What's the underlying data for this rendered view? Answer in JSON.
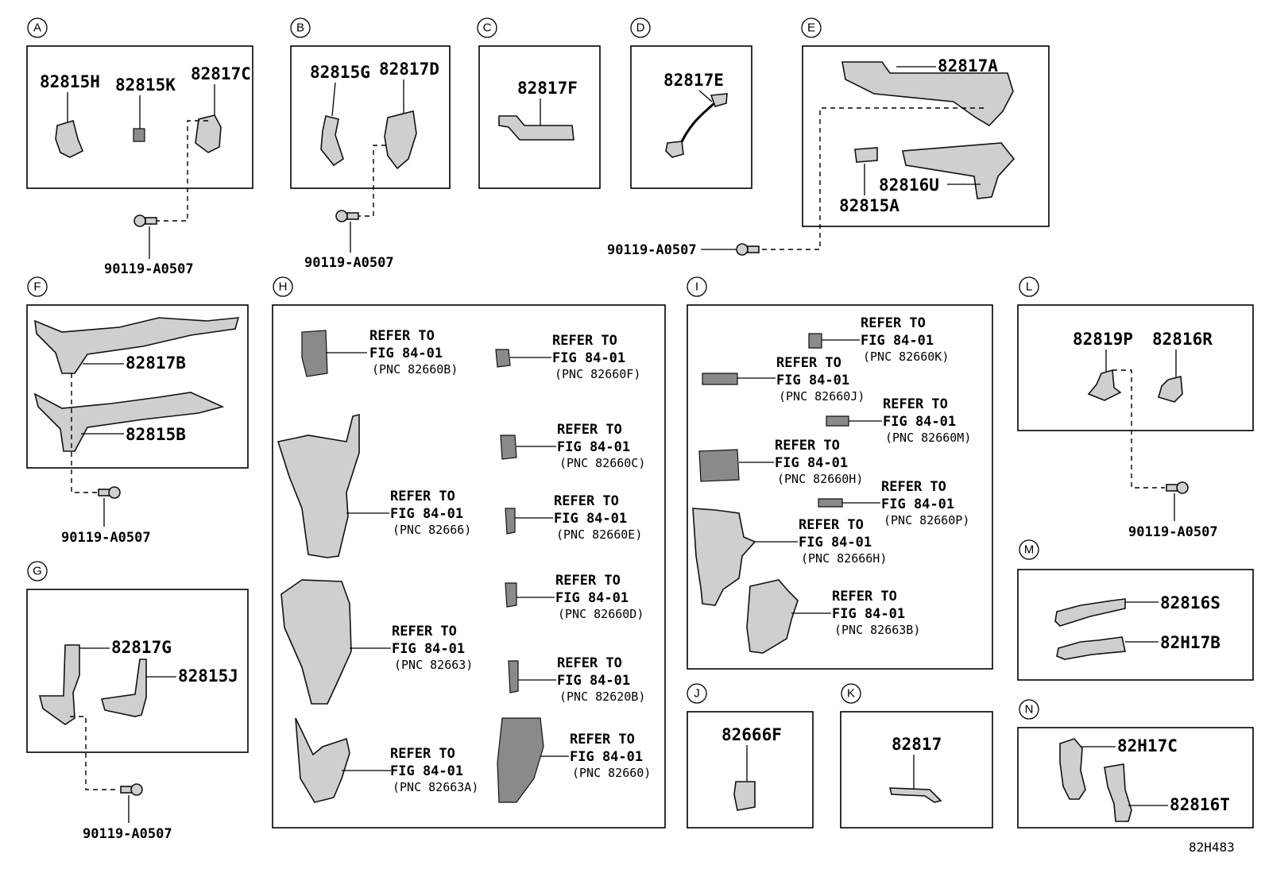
{
  "sections": {
    "A": {
      "letter": "A",
      "labels": [
        "82815H",
        "82815K",
        "82817C"
      ],
      "bolt": "90119-A0507"
    },
    "B": {
      "letter": "B",
      "labels": [
        "82815G",
        "82817D"
      ],
      "bolt": "90119-A0507"
    },
    "C": {
      "letter": "C",
      "labels": [
        "82817F"
      ]
    },
    "D": {
      "letter": "D",
      "labels": [
        "82817E"
      ]
    },
    "E": {
      "letter": "E",
      "labels": [
        "82817A",
        "82816U",
        "82815A"
      ],
      "bolt": "90119-A0507"
    },
    "F": {
      "letter": "F",
      "labels": [
        "82817B",
        "82815B"
      ],
      "bolt": "90119-A0507"
    },
    "G": {
      "letter": "G",
      "labels": [
        "82817G",
        "82815J"
      ],
      "bolt": "90119-A0507"
    },
    "H": {
      "letter": "H",
      "refs": [
        {
          "l1": "REFER TO",
          "l2": "FIG 84-01",
          "l3": "(PNC 82660B)"
        },
        {
          "l1": "REFER TO",
          "l2": "FIG 84-01",
          "l3": "(PNC 82660F)"
        },
        {
          "l1": "REFER TO",
          "l2": "FIG 84-01",
          "l3": "(PNC 82660C)"
        },
        {
          "l1": "REFER TO",
          "l2": "FIG 84-01",
          "l3": "(PNC 82666)"
        },
        {
          "l1": "REFER TO",
          "l2": "FIG 84-01",
          "l3": "(PNC 82660E)"
        },
        {
          "l1": "REFER TO",
          "l2": "FIG 84-01",
          "l3": "(PNC 82660D)"
        },
        {
          "l1": "REFER TO",
          "l2": "FIG 84-01",
          "l3": "(PNC 82663)"
        },
        {
          "l1": "REFER TO",
          "l2": "FIG 84-01",
          "l3": "(PNC 82620B)"
        },
        {
          "l1": "REFER TO",
          "l2": "FIG 84-01",
          "l3": "(PNC 82663A)"
        },
        {
          "l1": "REFER TO",
          "l2": "FIG 84-01",
          "l3": "(PNC 82660)"
        }
      ]
    },
    "I": {
      "letter": "I",
      "refs": [
        {
          "l1": "REFER TO",
          "l2": "FIG 84-01",
          "l3": "(PNC 82660K)"
        },
        {
          "l1": "REFER TO",
          "l2": "FIG 84-01",
          "l3": "(PNC 82660J)"
        },
        {
          "l1": "REFER TO",
          "l2": "FIG 84-01",
          "l3": "(PNC 82660M)"
        },
        {
          "l1": "REFER TO",
          "l2": "FIG 84-01",
          "l3": "(PNC 82660H)"
        },
        {
          "l1": "REFER TO",
          "l2": "FIG 84-01",
          "l3": "(PNC 82660P)"
        },
        {
          "l1": "REFER TO",
          "l2": "FIG 84-01",
          "l3": "(PNC 82666H)"
        },
        {
          "l1": "REFER TO",
          "l2": "FIG 84-01",
          "l3": "(PNC 82663B)"
        }
      ]
    },
    "J": {
      "letter": "J",
      "labels": [
        "82666F"
      ]
    },
    "K": {
      "letter": "K",
      "labels": [
        "82817"
      ]
    },
    "L": {
      "letter": "L",
      "labels": [
        "82819P",
        "82816R"
      ],
      "bolt": "90119-A0507"
    },
    "M": {
      "letter": "M",
      "labels": [
        "82816S",
        "82H17B"
      ]
    },
    "N": {
      "letter": "N",
      "labels": [
        "82H17C",
        "82816T"
      ]
    }
  },
  "figure_id": "82H483"
}
